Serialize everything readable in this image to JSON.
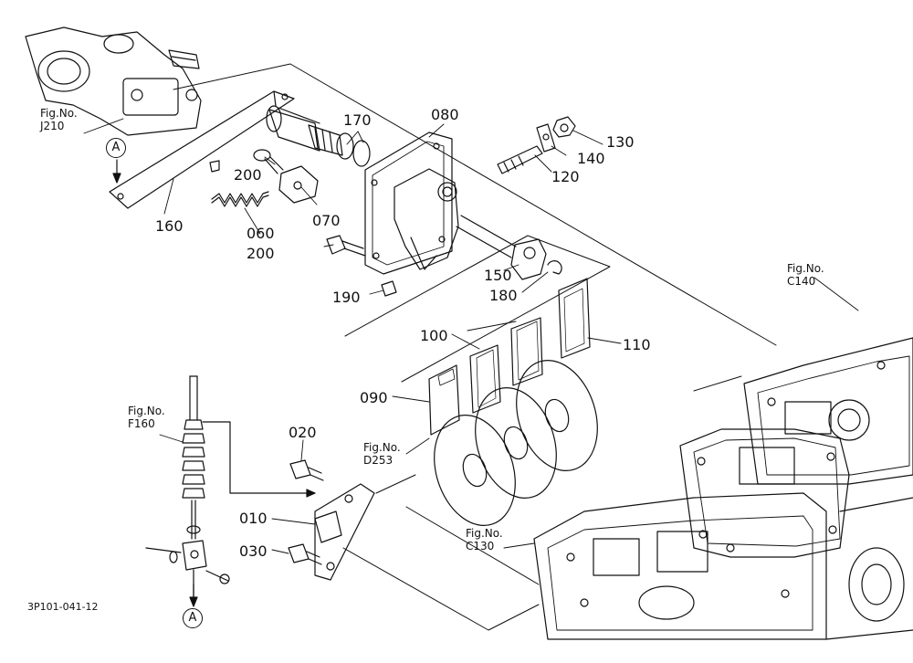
{
  "parts": {
    "p010": "010",
    "p020": "020",
    "p030": "030",
    "p060": "060",
    "p070": "070",
    "p080": "080",
    "p090": "090",
    "p100": "100",
    "p110": "110",
    "p120": "120",
    "p130": "130",
    "p140": "140",
    "p150": "150",
    "p160": "160",
    "p170": "170",
    "p180": "180",
    "p190": "190",
    "p200a": "200",
    "p200b": "200"
  },
  "figrefs": {
    "j210": "Fig.No.\nJ210",
    "f160": "Fig.No.\nF160",
    "d253": "Fig.No.\nD253",
    "c130": "Fig.No.\nC130",
    "c140": "Fig.No.\nC140"
  },
  "markers": {
    "top": "A",
    "bottom": "A"
  },
  "drawing_code": "3P101-041-12"
}
